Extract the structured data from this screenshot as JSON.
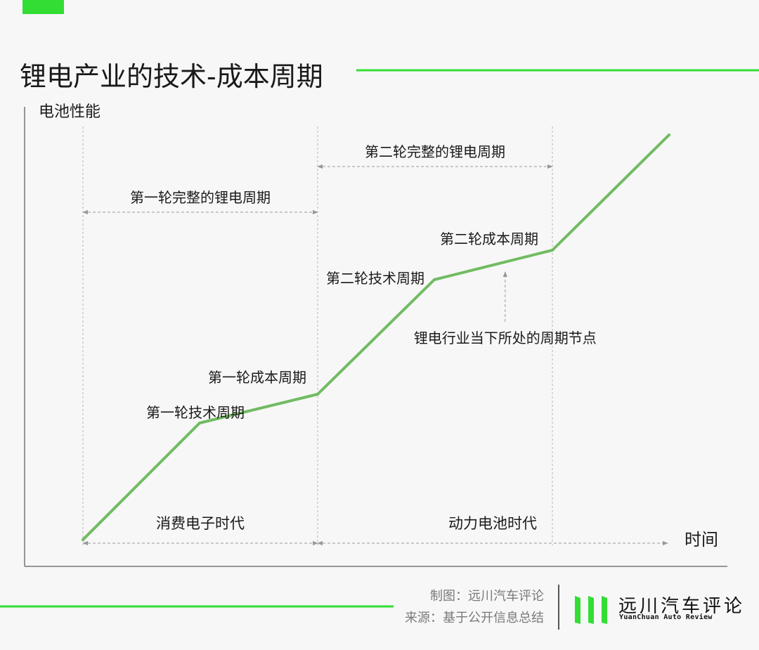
{
  "page": {
    "title": "锂电产业的技术-成本周期",
    "credits": {
      "made_by": "制图：远川汽车评论",
      "source": "来源：基于公开信息总结"
    },
    "brand": {
      "name_cn": "远川汽车评论",
      "name_en": "YuanChuan  Auto  Review"
    },
    "colors": {
      "accent": "#33dd33",
      "line": "#72bb63",
      "text": "#1a1a1a",
      "muted": "#7a7a7a",
      "background": "#f7f7f7"
    }
  },
  "chart_data": {
    "type": "line",
    "title": "锂电产业的技术-成本周期",
    "xlabel": "时间",
    "ylabel": "电池性能",
    "series": [
      {
        "points": [
          {
            "x": 0,
            "y": 0
          },
          {
            "x": 1,
            "y": 1
          },
          {
            "x": 2,
            "y": 1.25
          },
          {
            "x": 3,
            "y": 2.25
          },
          {
            "x": 4,
            "y": 2.5
          },
          {
            "x": 5,
            "y": 3.5
          }
        ]
      }
    ],
    "point_labels": [
      {
        "at": 1,
        "text": "第一轮技术周期"
      },
      {
        "at": 2,
        "text": "第一轮成本周期"
      },
      {
        "at": 3,
        "text": "第二轮技术周期"
      },
      {
        "at": 4,
        "text": "第二轮成本周期"
      }
    ],
    "current_position": {
      "x": 3.6,
      "y": 2.34,
      "text": "锂电行业当下所处的周期节点"
    },
    "spans": [
      {
        "from": 0,
        "to": 2,
        "text": "第一轮完整的锂电周期"
      },
      {
        "from": 2,
        "to": 4,
        "text": "第二轮完整的锂电周期"
      }
    ],
    "eras": [
      {
        "from": 0,
        "to": 2,
        "text": "消费电子时代"
      },
      {
        "from": 2,
        "to": 5,
        "text": "动力电池时代"
      }
    ],
    "xlim": [
      0,
      5
    ],
    "ylim": [
      0,
      3.5
    ],
    "grid": false
  }
}
